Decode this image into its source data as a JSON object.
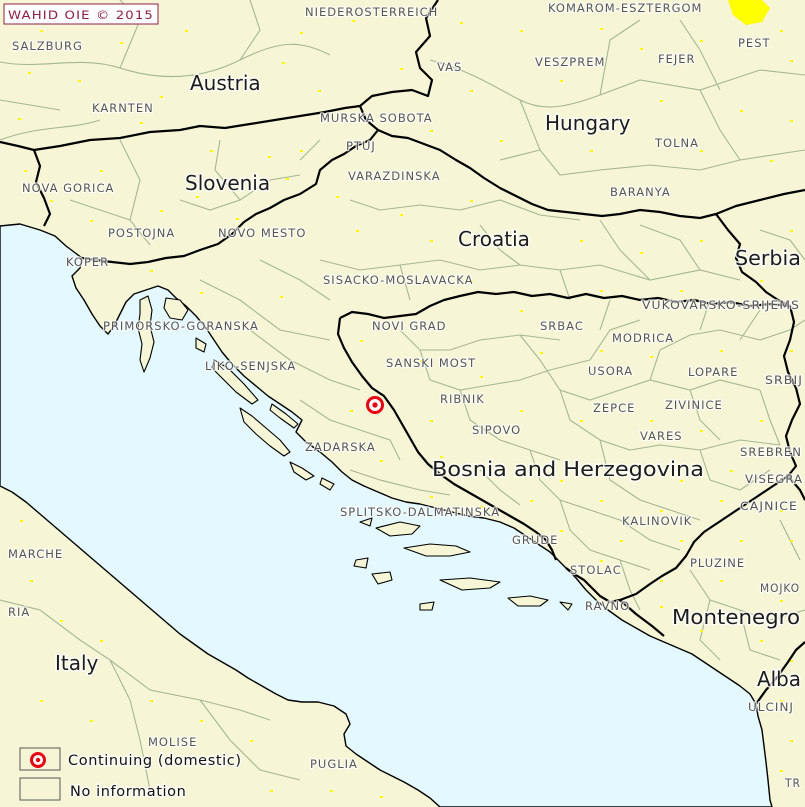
{
  "credit": "WAHID OIE © 2015",
  "map": {
    "countries": {
      "austria": "Austria",
      "hungary": "Hungary",
      "slovenia": "Slovenia",
      "croatia": "Croatia",
      "serbia": "Serbia",
      "bosnia": "Bosnia and Herzegovina",
      "montenegro": "Montenegro",
      "italy": "Italy",
      "albania": "Alba"
    },
    "regions": {
      "niederosterreich": "NIEDEROSTERREICH",
      "komarom": "KOMAROM-ESZTERGOM",
      "pest": "PEST",
      "salzburg": "SALZBURG",
      "vas": "VAS",
      "veszprem": "VESZPREM",
      "fejer": "FEJER",
      "karnten": "KARNTEN",
      "murska_sobota": "MURSKA SOBOTA",
      "ptuj": "PTUJ",
      "tolna": "TOLNA",
      "varazdinska": "VARAZDINSKA",
      "baranya": "BARANYA",
      "nova_gorica": "NOVA GORICA",
      "postojna": "POSTOJNA",
      "novo_mesto": "NOVO MESTO",
      "koper": "KOPER",
      "sisacko": "SISACKO-MOSLAVACKA",
      "vukovarsko": "VUKOVARSKO-SRIJEMS",
      "primorsko": "PRIMORSKO-GORANSKA",
      "novi_grad": "NOVI GRAD",
      "srbac": "SRBAC",
      "modrica": "MODRICA",
      "liko": "LIKO-SENJSKA",
      "sanski_most": "SANSKI MOST",
      "usora": "USORA",
      "lopare": "LOPARE",
      "srbija": "SRBIJ",
      "ribnik": "RIBNIK",
      "zepce": "ZEPCE",
      "zivinice": "ZIVINICE",
      "sipovo": "SIPOVO",
      "vares": "VARES",
      "srebrenica": "SREBREN",
      "zadarska": "ZADARSKA",
      "visegrad": "VISEGRA",
      "cajnice": "CAJNICE",
      "splitsko": "SPLITSKO-DALMATINSKA",
      "kalinovik": "KALINOVIK",
      "grude": "GRUDE",
      "marche": "MARCHE",
      "stolac": "STOLAC",
      "pluzine": "PLUZINE",
      "mojkovac": "MOJKO",
      "ravno": "RAVNO",
      "umbria": "RIA",
      "ulcinj": "ULCINJ",
      "molise": "MOLISE",
      "puglia": "PUGLIA",
      "tr": "TR"
    },
    "icons": {
      "outbreak": "outbreak-ring-icon"
    }
  },
  "legend": {
    "items": [
      {
        "label": "Continuing (domestic)",
        "icon": "outbreak-ring-icon"
      },
      {
        "label": "No information",
        "icon": "empty-box-icon"
      }
    ]
  },
  "colors": {
    "land": "#f6f6d6",
    "sea": "#e3f8ff",
    "border": "#000000",
    "region_border": "#a5b693",
    "settlement": "#ffff00",
    "outbreak": "#e60012",
    "credit": "#8e1f45"
  }
}
